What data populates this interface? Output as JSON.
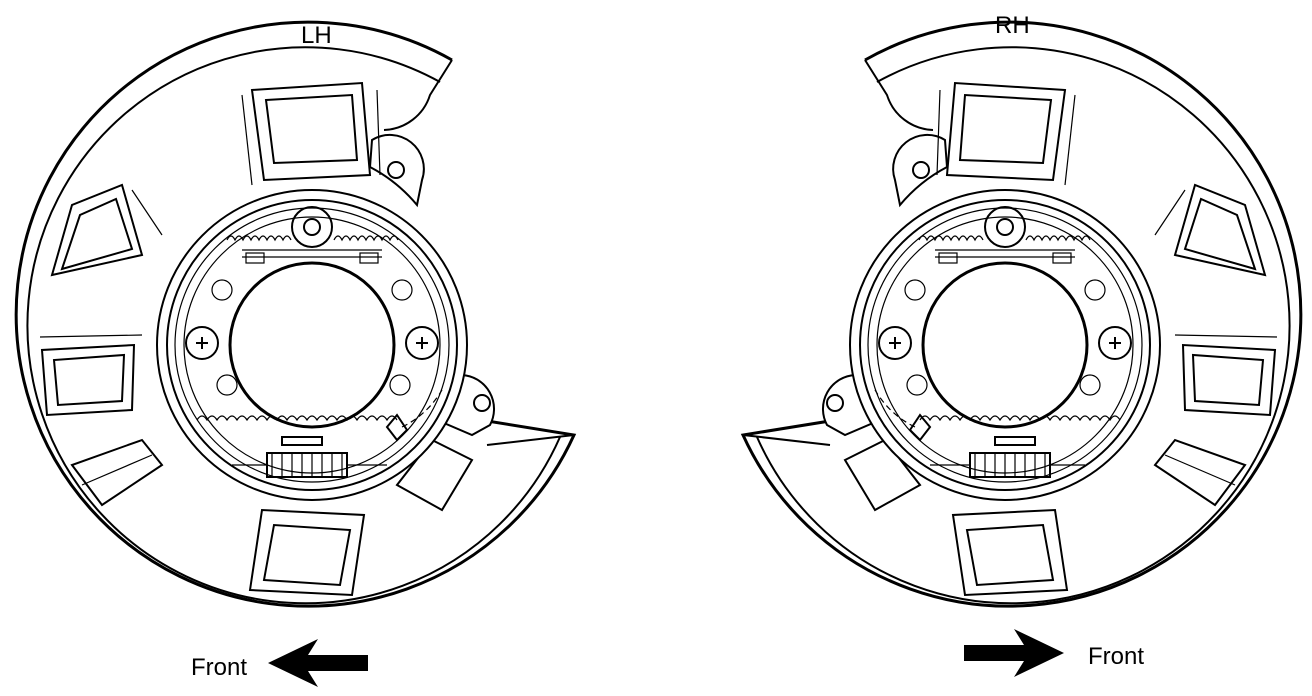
{
  "labels": {
    "left_side": "LH",
    "right_side": "RH",
    "front_left": "Front",
    "front_right": "Front"
  },
  "icons": {
    "left_arrow": "arrow-left-icon",
    "right_arrow": "arrow-right-icon"
  }
}
